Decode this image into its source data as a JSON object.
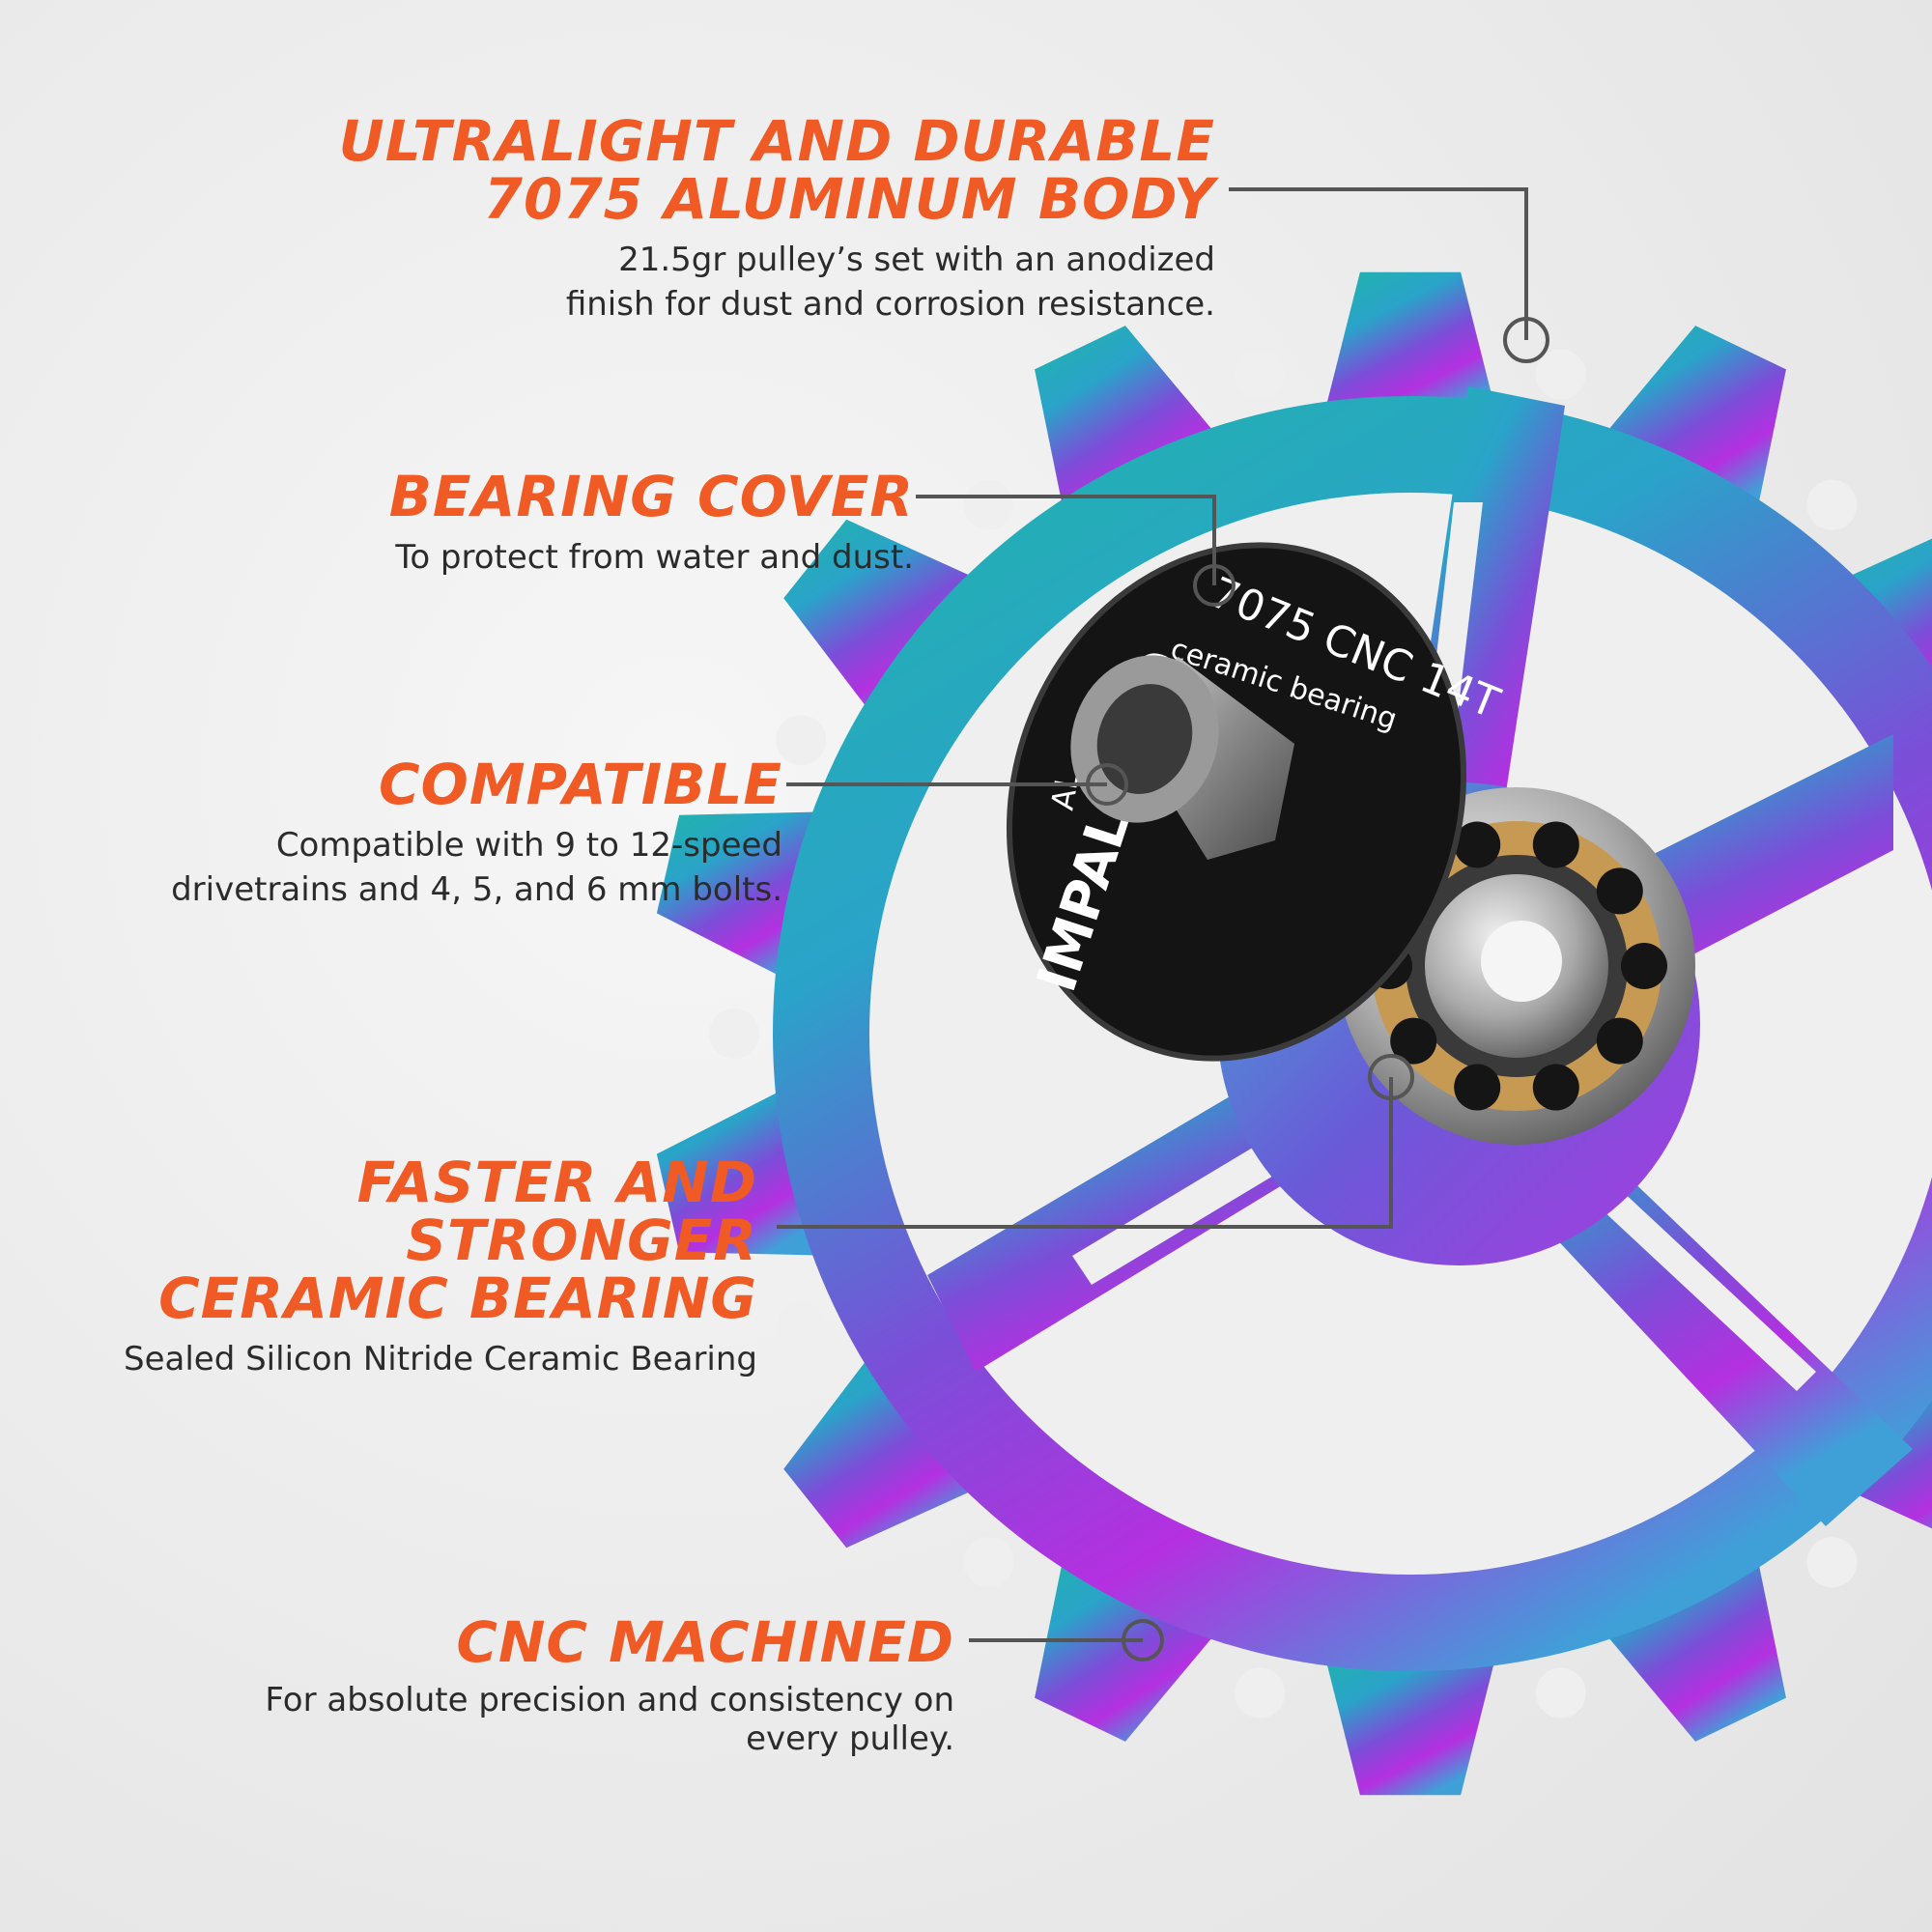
{
  "colors": {
    "heading": "#f05a24",
    "body_text": "#2b2b2b",
    "callout_line": "#555555",
    "background": "#eeeeee"
  },
  "features": [
    {
      "title_lines": [
        "ULTRALIGHT AND DURABLE",
        "7075 ALUMINUM BODY"
      ],
      "description_lines": [
        "21.5gr pulley’s set with an anodized",
        "finish for dust and corrosion resistance."
      ]
    },
    {
      "title_lines": [
        "BEARING COVER"
      ],
      "description_lines": [
        "To protect from water and dust."
      ]
    },
    {
      "title_lines": [
        "COMPATIBLE"
      ],
      "description_lines": [
        "Compatible with 9 to 12-speed",
        "drivetrains and 4, 5, and 6 mm bolts."
      ]
    },
    {
      "title_lines": [
        "FASTER AND STRONGER",
        "CERAMIC BEARING"
      ],
      "description_lines": [
        "Sealed Silicon Nitride Ceramic Bearing"
      ]
    },
    {
      "title_lines": [
        "CNC MACHINED"
      ],
      "description_lines": [
        "For absolute precision and consistency on",
        "every pulley."
      ]
    }
  ],
  "product": {
    "cap_brand": "IMPALAPRO",
    "cap_text_top": "7075 CNC 14T",
    "cap_text_inner": "ceramic bearing",
    "cap_text_side": "AL"
  }
}
